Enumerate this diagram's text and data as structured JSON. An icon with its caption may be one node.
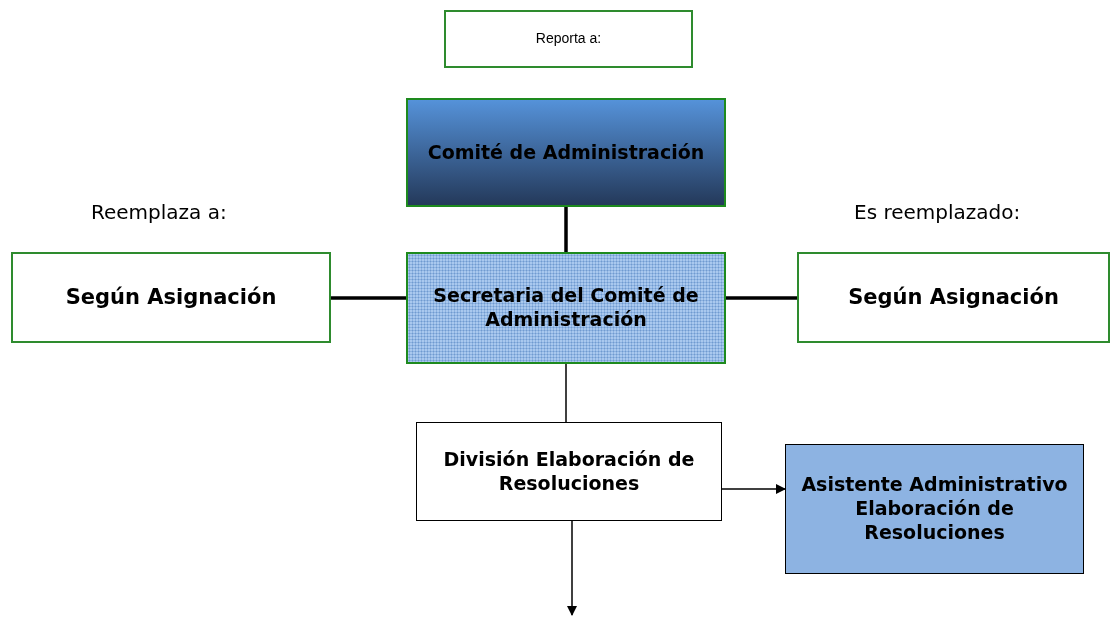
{
  "diagram": {
    "nodes": [
      {
        "text": [
          "Reporta a:"
        ]
      },
      {
        "text": [
          "Comité de Administración"
        ]
      },
      {
        "text": [
          "Según Asignación"
        ],
        "beside": [
          "Reemplaza a:"
        ]
      },
      {
        "text": [
          "Secretaria del Comité de Administración"
        ]
      },
      {
        "text": [
          "Según Asignación"
        ],
        "beside": [
          "Es reemplazado:"
        ]
      },
      {
        "text": [
          "División Elaboración de Resoluciones"
        ]
      },
      {
        "text": [
          "Asistente Administrativo Elaboración de Resoluciones"
        ]
      }
    ],
    "edges": [
      {
        "from": 1,
        "to": 3,
        "arrow": "none",
        "style": "thick"
      },
      {
        "from": 2,
        "to": 3,
        "arrow": "none",
        "style": "thick"
      },
      {
        "from": 3,
        "to": 4,
        "arrow": "none",
        "style": "thick"
      },
      {
        "from": 3,
        "to": 5,
        "arrow": "none"
      },
      {
        "from": 5,
        "to": 6,
        "arrow": "to"
      },
      {
        "from": 5,
        "to": null,
        "arrow": "to"
      }
    ]
  }
}
